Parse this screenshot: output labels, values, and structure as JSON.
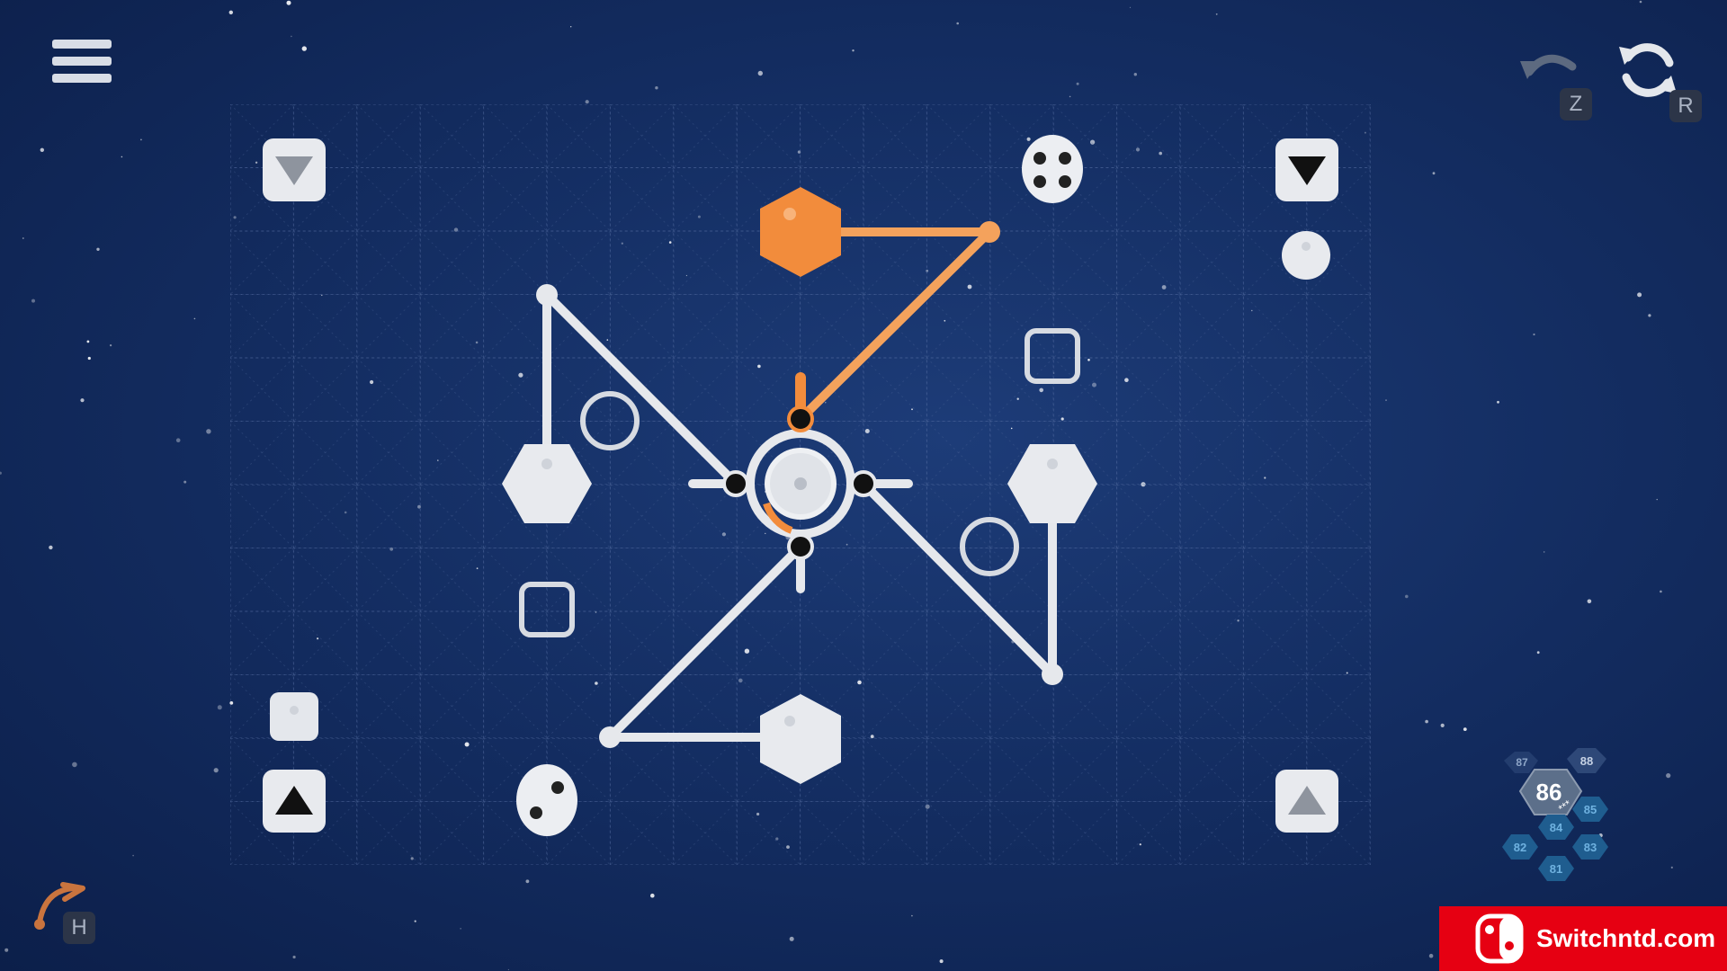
{
  "game": {
    "current_level": "86",
    "level_map": [
      {
        "label": "87",
        "stars": ""
      },
      {
        "label": "88",
        "stars": ""
      },
      {
        "label": "86",
        "stars": "***"
      },
      {
        "label": "85",
        "stars": ""
      },
      {
        "label": "84",
        "stars": ""
      },
      {
        "label": "83",
        "stars": ""
      },
      {
        "label": "82",
        "stars": ""
      },
      {
        "label": "81",
        "stars": ""
      }
    ]
  },
  "controls": {
    "undo_key": "Z",
    "reset_key": "R",
    "hint_key": "H"
  },
  "icons": {
    "menu": "hamburger-icon",
    "undo": "undo-arrow-icon",
    "reset": "refresh-icon",
    "hint": "hint-arrow-icon"
  },
  "colors": {
    "background": "#142e63",
    "accent_orange": "#f28c3c",
    "piece_white": "#e8eaee",
    "line_white": "#e6e8ec"
  },
  "branding": {
    "site": "Switchntd.com"
  }
}
